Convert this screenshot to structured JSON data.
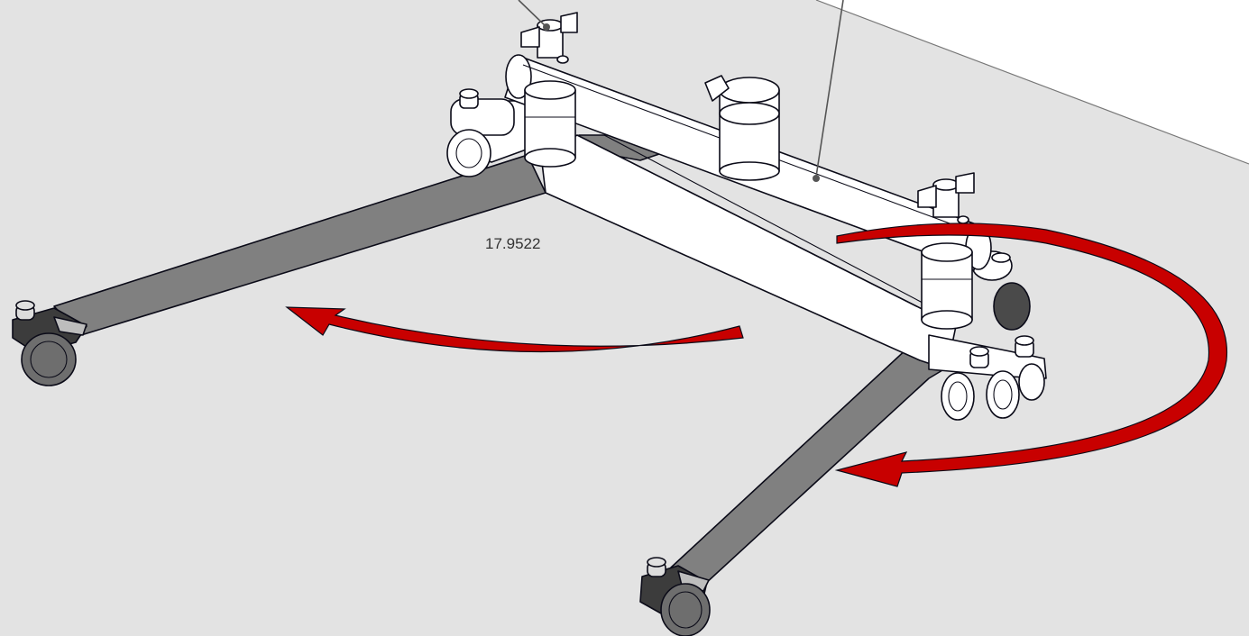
{
  "measurement": {
    "value_label": "17.9522"
  },
  "colors": {
    "floor": "#e3e3e3",
    "wall": "#ffffff",
    "leg_selected": "#808080",
    "arrow": "#c80000",
    "outline": "#0b0b18",
    "wheel": "#6e6e6e",
    "callout_leader": "#555555"
  },
  "icons": {
    "rotate_left": "curved-arrow-left",
    "rotate_around": "curved-arrow-around"
  }
}
